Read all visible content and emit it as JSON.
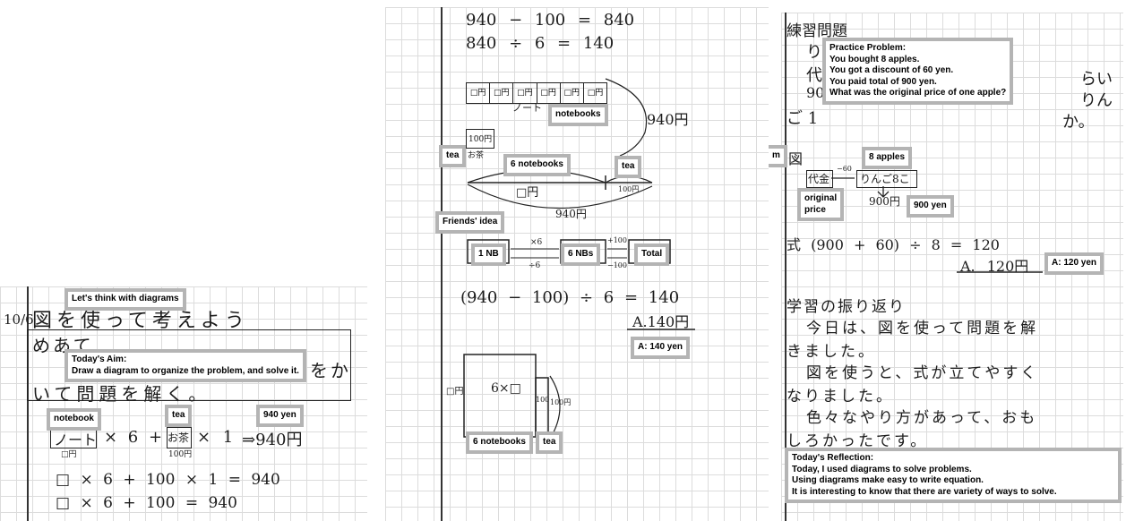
{
  "left": {
    "labels": {
      "think": "Let's think with diagrams",
      "aim_title": "Today's Aim:",
      "aim_text": "Draw a diagram to organize the problem, and solve it.",
      "notebook": "notebook",
      "tea": "tea",
      "yen940": "940 yen"
    },
    "hw": {
      "date": "10/6",
      "title": "図を使って考えよう",
      "meate": "めあて",
      "aim_end": "をか",
      "aim_line2": "いて問題を解く。",
      "notebook_box": "ノート",
      "times6": "× 6 +",
      "tea_box": "お茶",
      "times1": "× 1",
      "result": "⇒940円",
      "sq_yen": "□円",
      "yen100": "100円",
      "eq1": "□ × 6 + 100 × 1 = 940",
      "eq2": "□ × 6 + 100 = 940"
    }
  },
  "middle": {
    "labels": {
      "notebooks": "notebooks",
      "tea1": "tea",
      "six_notebooks": "6 notebooks",
      "tea2": "tea",
      "friends_idea": "Friends' idea",
      "nb1": "1 NB",
      "nb6": "6 NBs",
      "total": "Total",
      "answer": "A: 140 yen",
      "six_notebooks2": "6 notebooks",
      "tea3": "tea"
    },
    "hw": {
      "eq1": "940 − 100 = 840",
      "eq2": "840 ÷ 6 = 140",
      "cell": "□円",
      "note": "ノート",
      "yen940": "940円",
      "yen100a": "100円",
      "ocha": "お茶",
      "sq_yen": "□円",
      "yen100b": "100円",
      "yen940b": "940円",
      "x6": "×6",
      "div6": "÷6",
      "plus100": "+100",
      "minus100": "−100",
      "eq3": "(940 − 100) ÷ 6 = 140",
      "answer": "A.140円",
      "area_left": "□円",
      "area_mid": "6×□",
      "area_100": "100",
      "area_100yen": "100円"
    }
  },
  "right": {
    "labels": {
      "problem_title": "Practice Problem:",
      "problem_lines": [
        "You bought 8 apples.",
        "You got a discount of 60 yen.",
        "You paid total of 900 yen.",
        "What was the original price of one apple?"
      ],
      "apples": "8 apples",
      "original_price_1": "original",
      "original_price_2": "price",
      "yen900": "900 yen",
      "answer": "A: 120 yen",
      "reflection_title": "Today's Reflection:",
      "reflection_lines": [
        "Today, I used diagrams to solve problems.",
        "Using diagrams make easy to write equation.",
        "It is interesting to know that there are variety of ways to solve."
      ],
      "edge": "m"
    },
    "hw": {
      "heading": "練習問題",
      "r1": "り",
      "r2": "代",
      "r3": "90",
      "r4": "ご 1",
      "tail1": "らい",
      "tail2": "りん",
      "tail3": "か。",
      "zu": "図",
      "daikin": "代金",
      "minus60": "−60",
      "ringo": "りんご8こ",
      "yen900": "900円",
      "shiki": "式 (900 + 60) ÷ 8 = 120",
      "answer": "A. 120円",
      "ref_title": "学習の振り返り",
      "ref1": "今日は、図を使って問題を解",
      "ref2": "きました。",
      "ref3": "図を使うと、式が立てやすく",
      "ref4": "なりました。",
      "ref5": "色々なやり方があって、おも",
      "ref6": "しろかったです。"
    }
  }
}
